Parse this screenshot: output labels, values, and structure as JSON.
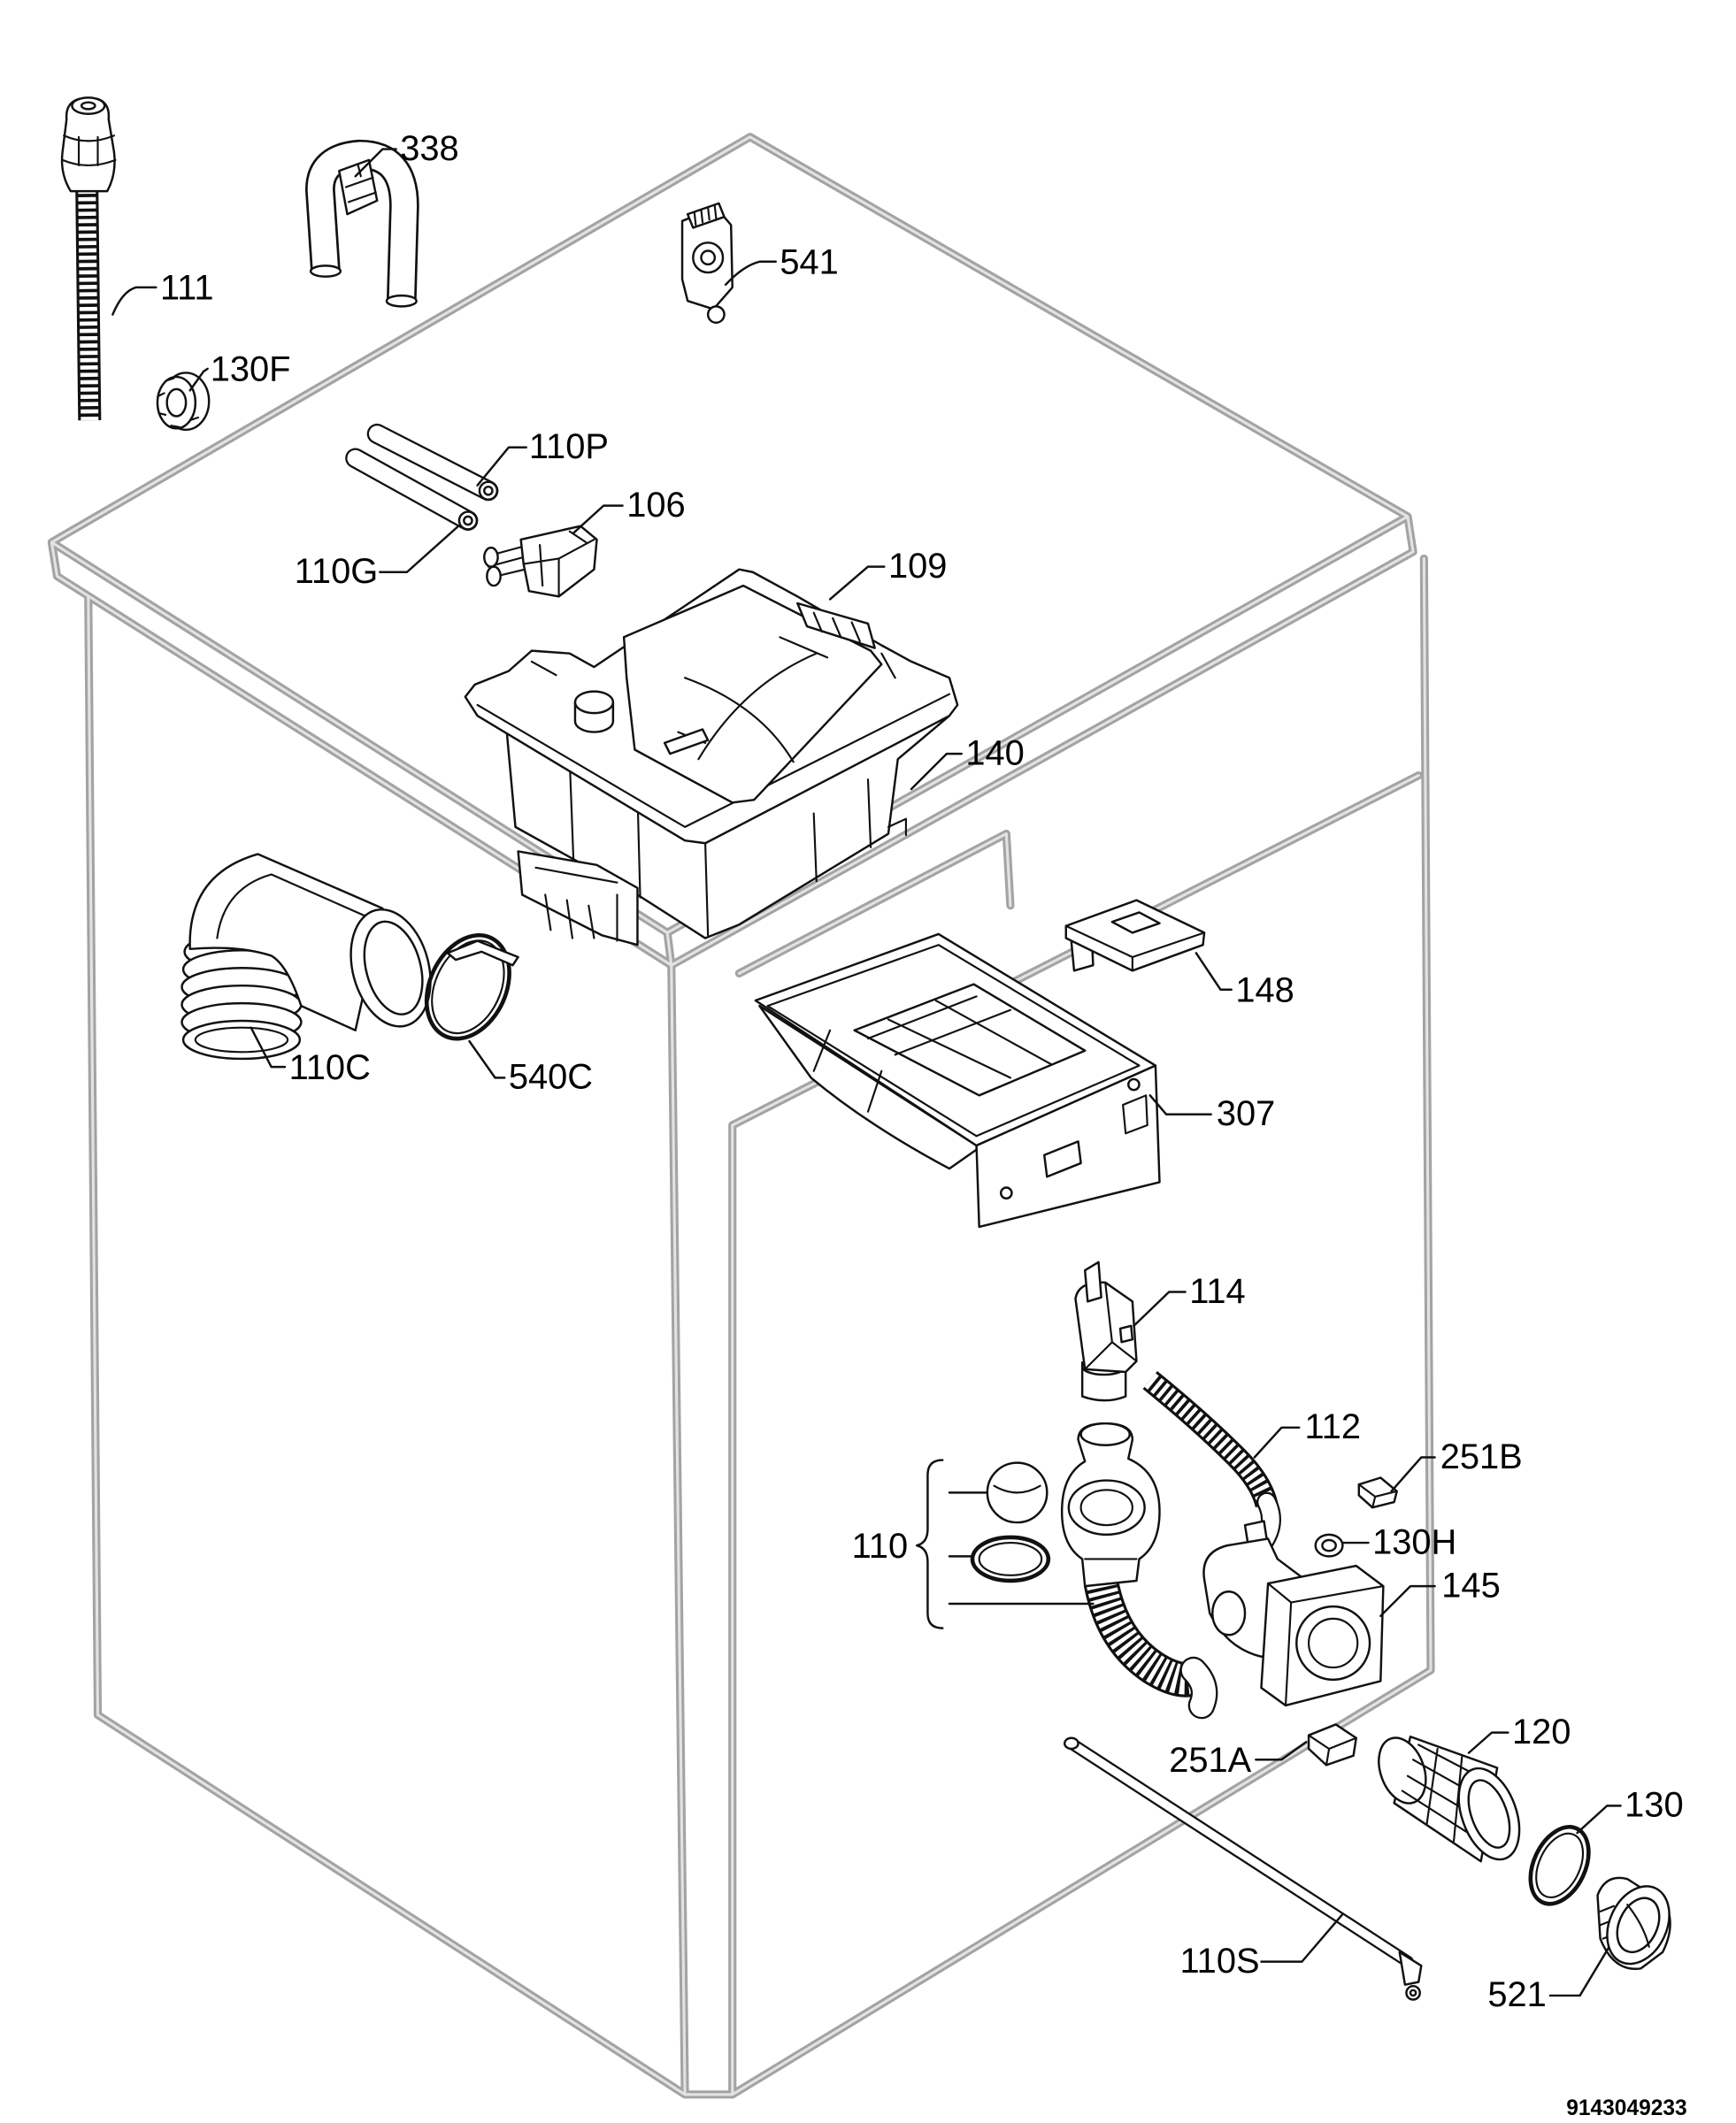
{
  "diagram": {
    "callouts": {
      "p338": "338",
      "p111": "111",
      "p541": "541",
      "p130F": "130F",
      "p110P": "110P",
      "p106": "106",
      "p110G": "110G",
      "p109": "109",
      "p140": "140",
      "p148": "148",
      "p110C": "110C",
      "p540C": "540C",
      "p307": "307",
      "p114": "114",
      "p112": "112",
      "p251B": "251B",
      "p110": "110",
      "p130H": "130H",
      "p145": "145",
      "p120": "120",
      "p251A": "251A",
      "p130": "130",
      "p110S": "110S",
      "p521": "521"
    },
    "document_code": "9143049233"
  },
  "colors": {
    "cabinet_line": "#a3a3a3",
    "cabinet_highlight": "#e3e3e3",
    "part_line": "#111111",
    "label_text": "#000000"
  }
}
